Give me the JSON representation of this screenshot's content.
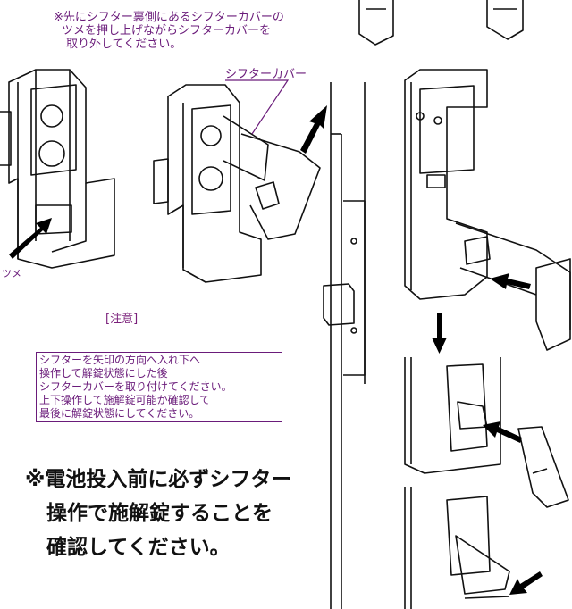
{
  "top_note": {
    "line1": "※先にシフター裏側にあるシフターカバーの",
    "line2": "ツメを押し上げながらシフターカバーを",
    "line3": "取り外してください。"
  },
  "cover_label": "シフターカバー",
  "tsume_label": "ツメ",
  "caution_title": "[注意]",
  "caution_box": {
    "line1": "シフターを矢印の方向へ入れ下へ",
    "line2": "操作して解錠状態にした後",
    "line3": "シフターカバーを取り付けてください。",
    "line4": "上下操作して施解錠可能か確認して",
    "line5": "最後に解錠状態にしてください。"
  },
  "big_note": {
    "line1": "※電池投入前に必ずシフター",
    "line2": "操作で施解錠することを",
    "line3": "確認してください。"
  },
  "colors": {
    "annotation": "#6a1b7a",
    "arrow": "#000000",
    "line": "#111111"
  }
}
